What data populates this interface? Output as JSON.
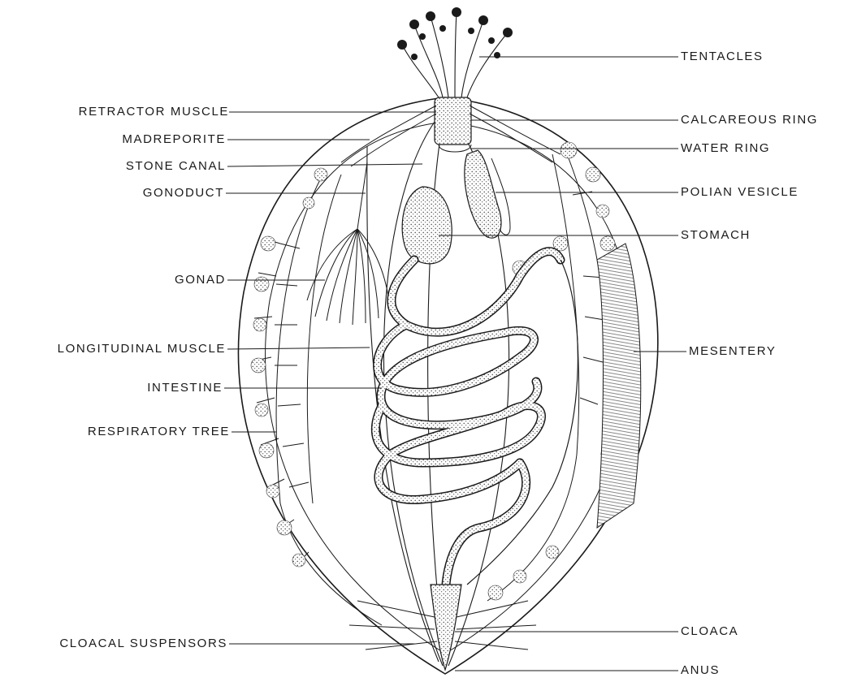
{
  "labels": {
    "left": {
      "retractor_muscle": "RETRACTOR MUSCLE",
      "madreporite": "MADREPORITE",
      "stone_canal": "STONE CANAL",
      "gonoduct": "GONODUCT",
      "gonad": "GONAD",
      "longitudinal_muscle": "LONGITUDINAL MUSCLE",
      "intestine": "INTESTINE",
      "respiratory_tree": "RESPIRATORY TREE",
      "cloacal_suspensors": "CLOACAL SUSPENSORS"
    },
    "right": {
      "tentacles": "TENTACLES",
      "calcareous_ring": "CALCAREOUS RING",
      "water_ring": "WATER RING",
      "polian_vesicle": "POLIAN VESICLE",
      "stomach": "STOMACH",
      "mesentery": "MESENTERY",
      "cloaca": "CLOACA",
      "anus": "ANUS"
    }
  },
  "colors": {
    "ink": "#1a1a1a",
    "stipple": "#8a8a8a",
    "background": "#ffffff"
  }
}
